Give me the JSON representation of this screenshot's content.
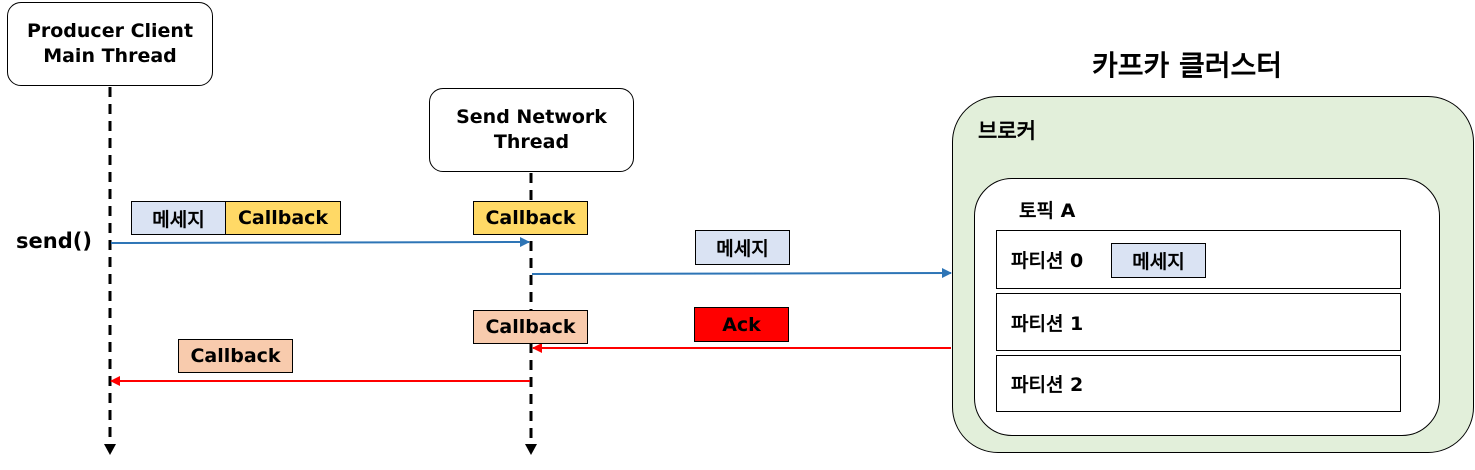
{
  "producer_thread": {
    "title": "Producer Client\nMain Thread"
  },
  "network_thread": {
    "title": "Send Network\nThread"
  },
  "send_call": "send()",
  "send_step": {
    "message": "메세지",
    "callback": "Callback"
  },
  "network_callback": "Callback",
  "to_broker_message": "메세지",
  "ack": "Ack",
  "network_return_callback": "Callback",
  "main_return_callback": "Callback",
  "cluster": {
    "title": "카프카 클러스터",
    "broker": "브로커",
    "topic": "토픽 A",
    "partitions": [
      {
        "label": "파티션 0",
        "message": "메세지"
      },
      {
        "label": "파티션 1"
      },
      {
        "label": "파티션 2"
      }
    ]
  },
  "colors": {
    "message_fill": "#DAE3F3",
    "callback_yellow": "#FFD966",
    "callback_orange": "#F8CBAD",
    "ack_red": "#FF0000",
    "blue_arrow": "#2E75B6",
    "red_arrow": "#FF0000",
    "cluster_fill": "#E2EFDA"
  }
}
